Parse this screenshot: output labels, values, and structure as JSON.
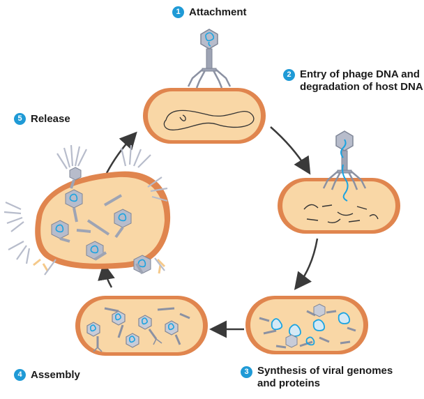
{
  "steps": [
    {
      "number": "1",
      "label": "Attachment"
    },
    {
      "number": "2",
      "label": "Entry of phage DNA and degradation of host DNA"
    },
    {
      "number": "3",
      "label": "Synthesis of viral genomes and proteins"
    },
    {
      "number": "4",
      "label": "Assembly"
    },
    {
      "number": "5",
      "label": "Release"
    }
  ],
  "colors": {
    "cell_fill": "#f9d7a6",
    "cell_border": "#e0854e",
    "phage_fill": "#b7bccb",
    "phage_stroke": "#7e8596",
    "dna": "#1aa3e0",
    "arrow": "#3a3a3a",
    "badge": "#1f9ad6"
  },
  "icons": [
    "bacterial-cell",
    "bacteriophage",
    "cycle-arrow",
    "dna-strand"
  ]
}
